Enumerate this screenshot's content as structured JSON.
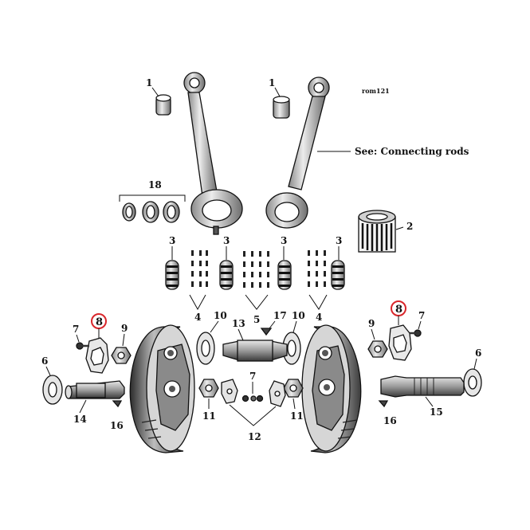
{
  "diagram": {
    "code": "rom121",
    "reference_note": "See: Connecting rods",
    "highlight_color": "#d9262b",
    "labels": {
      "l1a": "1",
      "l1b": "1",
      "l2": "2",
      "l3a": "3",
      "l3b": "3",
      "l3c": "3",
      "l3d": "3",
      "l4a": "4",
      "l4b": "4",
      "l5": "5",
      "l6a": "6",
      "l6b": "6",
      "l7a": "7",
      "l7b": "7",
      "l7c": "7",
      "l8a": "8",
      "l8b": "8",
      "l9a": "9",
      "l9b": "9",
      "l10a": "10",
      "l10b": "10",
      "l11a": "11",
      "l11b": "11",
      "l12": "12",
      "l13": "13",
      "l14": "14",
      "l15": "15",
      "l16a": "16",
      "l16b": "16",
      "l17": "17",
      "l18": "18"
    }
  }
}
